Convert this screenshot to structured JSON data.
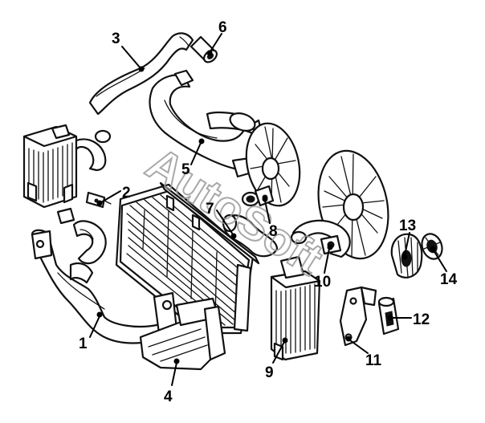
{
  "watermark": "AutoSoft",
  "callouts": [
    {
      "id": "1",
      "label": "1"
    },
    {
      "id": "2",
      "label": "2"
    },
    {
      "id": "3",
      "label": "3"
    },
    {
      "id": "4",
      "label": "4"
    },
    {
      "id": "5",
      "label": "5"
    },
    {
      "id": "6",
      "label": "6"
    },
    {
      "id": "7",
      "label": "7"
    },
    {
      "id": "8",
      "label": "8"
    },
    {
      "id": "9",
      "label": "9"
    },
    {
      "id": "10",
      "label": "10"
    },
    {
      "id": "11",
      "label": "11"
    },
    {
      "id": "12",
      "label": "12"
    },
    {
      "id": "13",
      "label": "13"
    },
    {
      "id": "14",
      "label": "14"
    }
  ]
}
